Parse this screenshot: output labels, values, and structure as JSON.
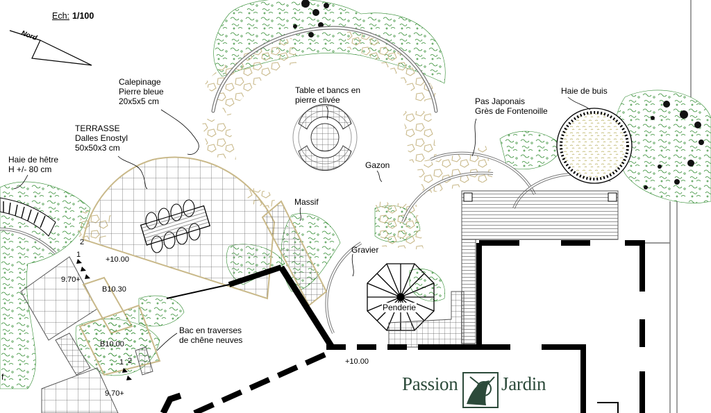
{
  "scale": {
    "prefix": "Ech:",
    "value": "1/100"
  },
  "north_label": "Nord",
  "labels": {
    "calepinage": [
      "Calepinage",
      "Pierre bleue",
      "20x5x5 cm"
    ],
    "terrasse": [
      "TERRASSE",
      "Dalles Enostyl",
      "50x50x3 cm"
    ],
    "haie_hetre": [
      "Haie de hêtre",
      "H +/- 80 cm"
    ],
    "table": [
      "Table et bancs en",
      "pierre clivée"
    ],
    "gazon": "Gazon",
    "massif": "Massif",
    "gravier": "Gravier",
    "penderie": "Penderie",
    "pas_japonais": [
      "Pas Japonais",
      "Grès de Fontenoille"
    ],
    "haie_buis": "Haie de buis",
    "bac": [
      "Bac en traverses",
      "de chêne neuves"
    ],
    "f": "f"
  },
  "levels": {
    "terrace_level": "+10.00",
    "house_level": "+10.00",
    "step_level_1": "9.70+",
    "step_level_2": "9.70+",
    "b1030": "B10.30",
    "b1000": "B10.00"
  },
  "step_numbers": [
    "2",
    "1",
    "1",
    "2"
  ],
  "brand": {
    "left": "Passion",
    "right": "Jardin",
    "color": "#2c4a3a"
  },
  "colors": {
    "foliage": "#2e8a2e",
    "paving": "#c9b98a",
    "wall": "#000000",
    "hedge_dots": "#b9b060"
  }
}
